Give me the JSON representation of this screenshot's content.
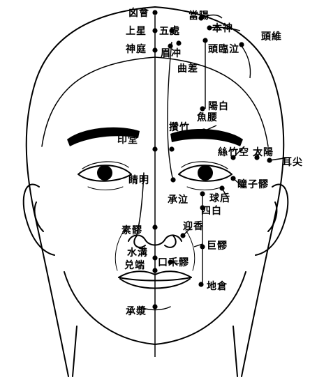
{
  "colors": {
    "ink": "#000000",
    "paper": "#ffffff"
  },
  "labels": {
    "xinhui": "囟會",
    "shangxing": "上星",
    "shenting": "神庭",
    "wuchu": "五處",
    "meichong": "眉冲",
    "qucha": "曲差",
    "dangyang": "當陽",
    "benshen": "本神",
    "touwei": "頭維",
    "toulinqi": "頭臨泣",
    "yangbai": "陽白",
    "zanzhu": "攢竹",
    "yuyao": "魚腰",
    "yintang": "印堂",
    "sizhukong": "絲竹空",
    "taiyang": "太陽",
    "erjian": "耳尖",
    "jingming": "睛明",
    "tongziliao": "瞳子髎",
    "chengqi": "承泣",
    "qiuhou": "球后",
    "sibai": "四白",
    "yingxiang": "迎香",
    "suliao": "素髎",
    "shuigou": "水溝",
    "duiduan": "兑端",
    "kouheliao": "口禾髎",
    "juliao": "巨髎",
    "dicang": "地倉",
    "chengjiang": "承漿"
  }
}
